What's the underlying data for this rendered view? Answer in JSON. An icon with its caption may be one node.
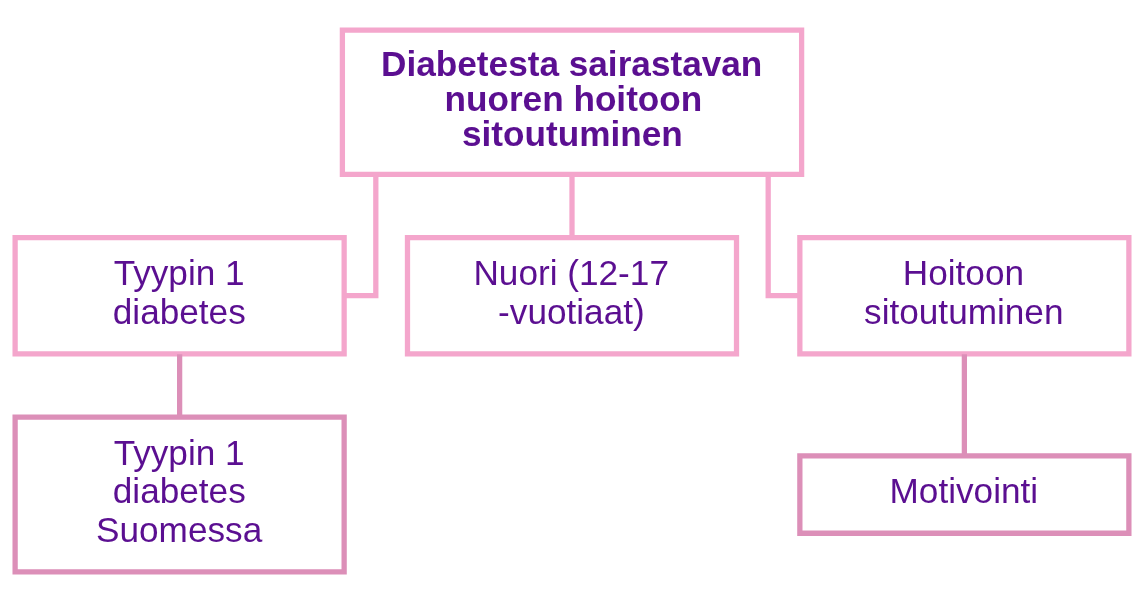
{
  "diagram": {
    "nodes": [
      {
        "text": [
          "Diabetesta sairastavan nuoren hoitoon sitoutuminen"
        ]
      },
      {
        "text": [
          "Tyypin 1 diabetes"
        ]
      },
      {
        "text": [
          "Nuori (12-17 -vuotiaat)"
        ]
      },
      {
        "text": [
          "Hoitoon sitoutuminen"
        ]
      },
      {
        "text": [
          "Tyypin 1 diabetes Suomessa"
        ]
      },
      {
        "text": [
          "Motivointi"
        ]
      }
    ],
    "edges": [
      {
        "from": 0,
        "to": 1,
        "arrow": "none"
      },
      {
        "from": 0,
        "to": 2,
        "arrow": "none"
      },
      {
        "from": 0,
        "to": 3,
        "arrow": "none"
      },
      {
        "from": 1,
        "to": 4,
        "arrow": "none",
        "color": "#dc8fb8"
      },
      {
        "from": 3,
        "to": 5,
        "arrow": "none",
        "color": "#dc8fb8"
      }
    ]
  }
}
